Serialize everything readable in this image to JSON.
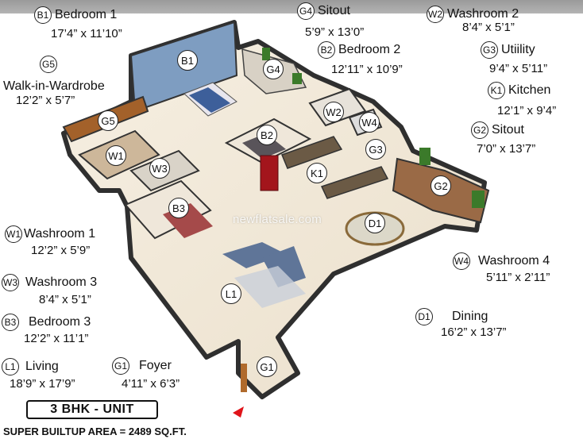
{
  "legend": [
    {
      "code": "B1",
      "name": "Bedroom 1",
      "dims": "17’4” x 11’10”"
    },
    {
      "code": "G4",
      "name": "Sitout",
      "dims": "5’9” x 13’0”"
    },
    {
      "code": "W2",
      "name": "Washroom 2",
      "dims": "8’4” x 5’1”"
    },
    {
      "code": "G5",
      "name": "Walk-in-Wardrobe",
      "dims": "12’2” x 5’7”"
    },
    {
      "code": "B2",
      "name": "Bedroom 2",
      "dims": "12’11” x 10’9”"
    },
    {
      "code": "G3",
      "name": "Utiility",
      "dims": "9’4” x 5’11”"
    },
    {
      "code": "K1",
      "name": "Kitchen",
      "dims": "12’1” x 9’4”"
    },
    {
      "code": "G2",
      "name": "Sitout",
      "dims": "7’0” x 13’7”"
    },
    {
      "code": "W1",
      "name": "Washroom 1",
      "dims": "12’2” x 5’9”"
    },
    {
      "code": "W4",
      "name": "Washroom 4",
      "dims": "5’11” x 2’11”"
    },
    {
      "code": "W3",
      "name": "Washroom 3",
      "dims": "8’4” x 5’1”"
    },
    {
      "code": "D1",
      "name": "Dining",
      "dims": "16’2” x 13’7”"
    },
    {
      "code": "B3",
      "name": "Bedroom 3",
      "dims": "12’2” x 11’1”"
    },
    {
      "code": "L1",
      "name": "Living",
      "dims": "18’9” x 17’9”"
    },
    {
      "code": "G1",
      "name": "Foyer",
      "dims": "4’11” x 6’3”"
    }
  ],
  "unit_label": "3 BHK - UNIT",
  "area_label": "SUPER BUILTUP AREA = 2489 SQ.FT.",
  "watermark": "newflatsale.com",
  "colors": {
    "floor": "#f1e8d8",
    "wall": "#3b3b3b",
    "bedroom1_wall": "#7d9cc0",
    "wood": "#b06a2c",
    "sitout": "#9a6a46",
    "fridge": "#a3151c"
  }
}
